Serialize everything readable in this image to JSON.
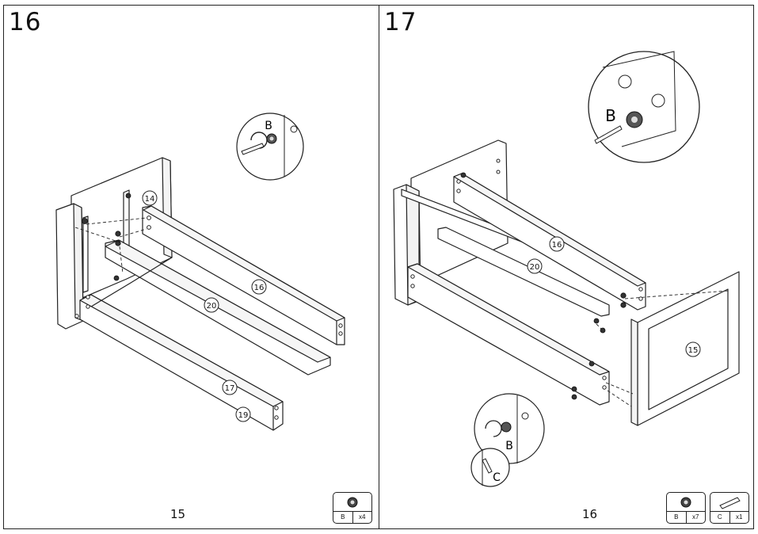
{
  "pages": [
    {
      "step": "16",
      "page_number": "15",
      "part_labels": {
        "p14": "14",
        "p16": "16",
        "p20": "20",
        "p17": "17",
        "p19": "19"
      },
      "detail_label": "B",
      "hardware": [
        {
          "code": "B",
          "qty": "x4"
        }
      ]
    },
    {
      "step": "17",
      "page_number": "16",
      "part_labels": {
        "p16": "16",
        "p20": "20",
        "p15": "15"
      },
      "detail_labels": {
        "top": "B",
        "bottom_b": "B",
        "bottom_c": "C"
      },
      "hardware": [
        {
          "code": "B",
          "qty": "x7"
        },
        {
          "code": "C",
          "qty": "x1"
        }
      ]
    }
  ]
}
